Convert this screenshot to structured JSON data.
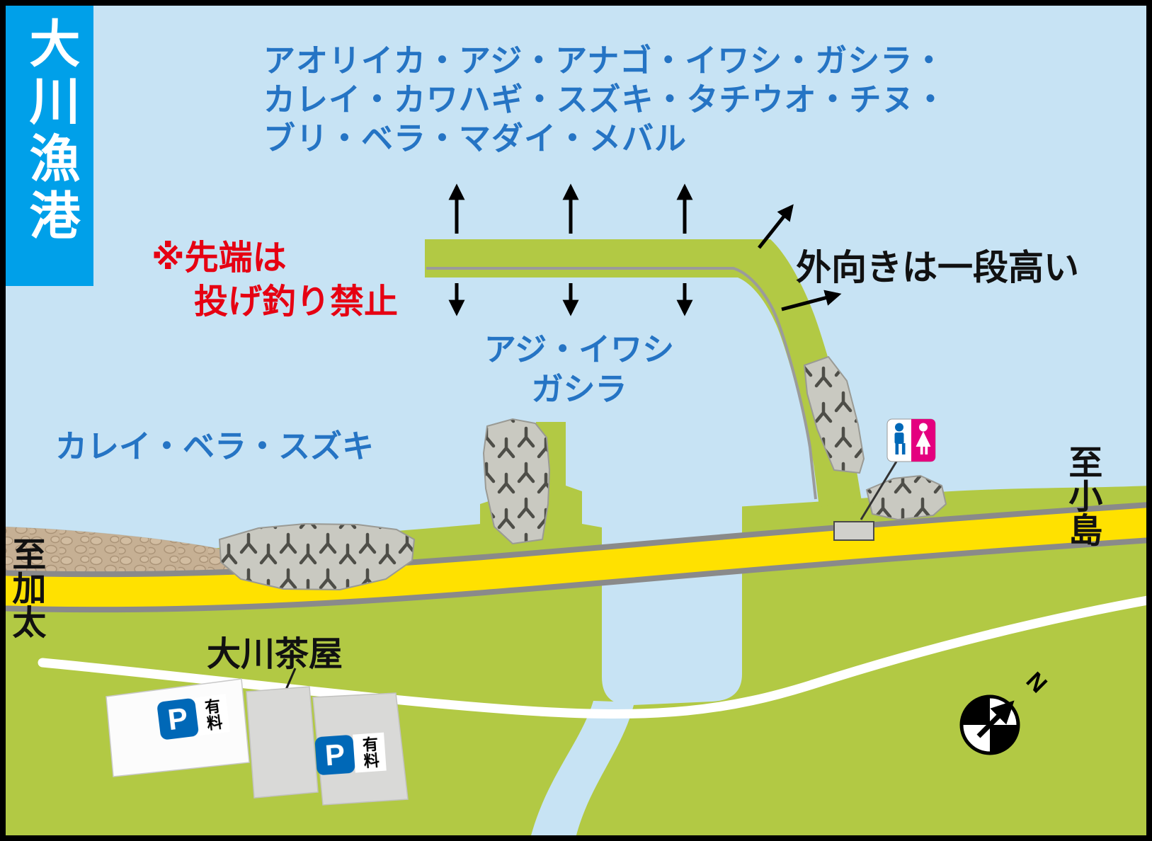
{
  "banner": {
    "title": "大川漁港"
  },
  "fish_list": {
    "line1": "アオリイカ・アジ・アナゴ・イワシ・ガシラ・",
    "line2": "カレイ・カワハギ・スズキ・タチウオ・チヌ・",
    "line3": "ブリ・ベラ・マダイ・メバル"
  },
  "warning": {
    "line1": "※先端は",
    "line2": "投げ釣り禁止"
  },
  "breakwater": {
    "outer_note": "外向きは一段高い"
  },
  "spot_labels": {
    "harbor_line1": "アジ・イワシ",
    "harbor_line2": "ガシラ",
    "west_shore": "カレイ・ベラ・スズキ"
  },
  "road_directions": {
    "east": "至小島",
    "west": "至加太"
  },
  "landmarks": {
    "teahouse": "大川茶屋"
  },
  "parking_sign": {
    "symbol": "P",
    "fee_label": "有料"
  },
  "compass": {
    "north_label": "N"
  },
  "colors": {
    "sea": "#c7e3f4",
    "land_green": "#b2c944",
    "banner_blue": "#00a0e9",
    "text_blue": "#2574c4",
    "warning_red": "#e60012",
    "road_yellow": "#ffe100",
    "road_edge_gray": "#8a8a8a",
    "back_road_white": "#ffffff",
    "parking_blue": "#0068b7",
    "toilet_pink": "#e4007f",
    "shore_brown": "#c6b094",
    "tetrapod_gray": "#c9c9c1"
  }
}
